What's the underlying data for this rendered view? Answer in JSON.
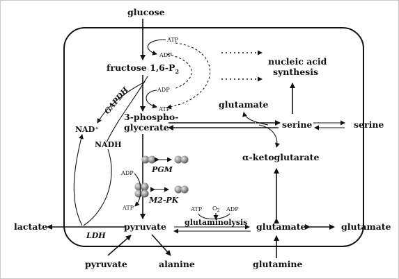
{
  "diagram": {
    "nodes": {
      "glucose": "glucose",
      "fructose": "fructose 1,6-P",
      "fructose_sub": "2",
      "phospho1": "3-phospho-",
      "phospho2": "glycerate",
      "nucleic1": "nucleic acid",
      "nucleic2": "synthesis",
      "glutamate_top": "glutamate",
      "serine_in": "serine",
      "serine_out": "serine",
      "aketo": "α-ketoglutarate",
      "nad_plus": "NAD⁺",
      "nadh": "NADH",
      "lactate": "lactate",
      "pyruvate_center": "pyruvate",
      "glutamate_in": "glutamate",
      "glutamate_out": "glutamate",
      "pyruvate_bottom": "pyruvate",
      "alanine": "alanine",
      "glutamine": "glutamine"
    },
    "enzymes": {
      "gapdh": "GAPDH",
      "pgm": "PGM",
      "m2pk": "M2-PK",
      "ldh": "LDH",
      "glutaminolysis": "glutaminolysis"
    },
    "cofactors": {
      "atp1": "ATP",
      "adp1": "ADP",
      "adp2": "ADP",
      "atp2": "ATP",
      "adp3": "ADP",
      "atp3": "ATP",
      "atp4": "ATP",
      "o2": "O",
      "o2_sub": "2",
      "adp4": "ADP"
    },
    "colors": {
      "line": "#111111",
      "sphere_light": "#d0d0d0",
      "sphere_dark": "#6a6a6a"
    }
  }
}
